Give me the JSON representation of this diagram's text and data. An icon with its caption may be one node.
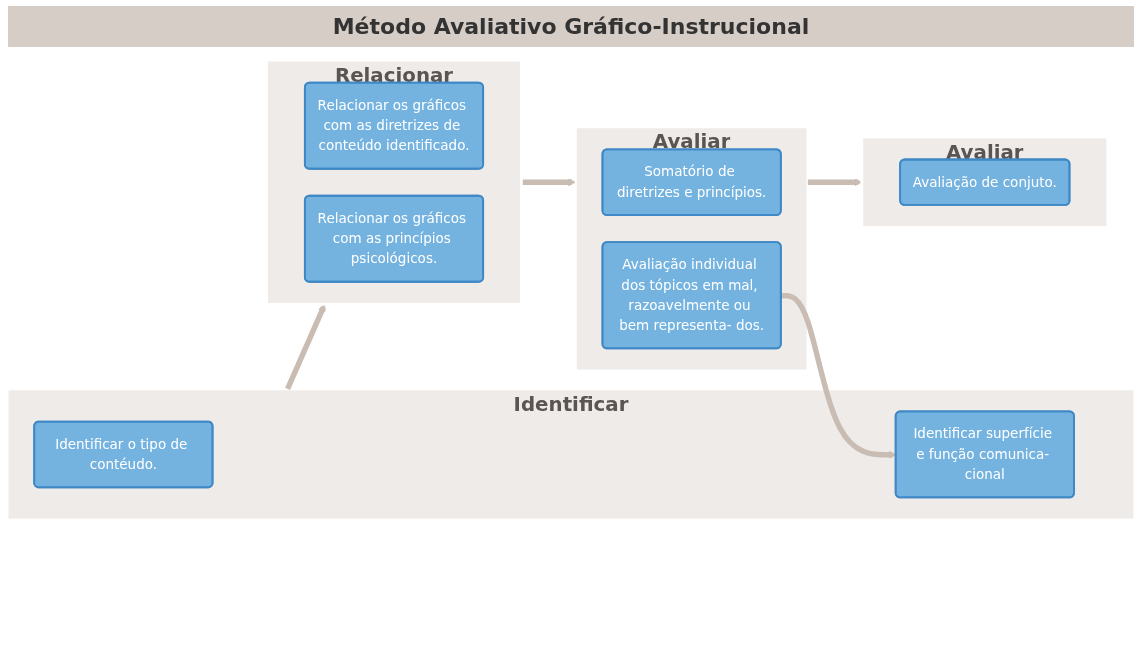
{
  "diagram": {
    "title": "Método Avaliativo Gráfico-Instrucional",
    "nodes": [
      {
        "text": [
          "Identificar"
        ]
      },
      {
        "text": [
          "Identificar o tipo de contéudo."
        ],
        "in": 0
      },
      {
        "text": [
          "Identificar superfície e função comunica- cional"
        ],
        "in": 0
      },
      {
        "text": [
          "Relacionar"
        ]
      },
      {
        "text": [
          "Relacionar os gráficos com as diretrizes de conteúdo identificado."
        ],
        "in": 3
      },
      {
        "text": [
          "Relacionar os gráficos com as princípios psicológicos."
        ],
        "in": 3
      },
      {
        "text": [
          "Avaliar"
        ]
      },
      {
        "text": [
          "Somatório de diretrizes e princípios."
        ],
        "in": 6
      },
      {
        "text": [
          "Avaliação individual dos tópicos em mal, razoavelmente ou bem representa- dos."
        ],
        "in": 6
      },
      {
        "text": [
          "Avaliar"
        ]
      },
      {
        "text": [
          "Avaliação de conjuto."
        ],
        "in": 9
      }
    ],
    "edges": [
      {
        "from": 0,
        "to": 3,
        "arrow": "to"
      },
      {
        "from": 3,
        "to": 6,
        "arrow": "to"
      },
      {
        "from": 6,
        "to": 9,
        "arrow": "to"
      },
      {
        "from": 8,
        "to": 2,
        "arrow": "to"
      }
    ]
  }
}
